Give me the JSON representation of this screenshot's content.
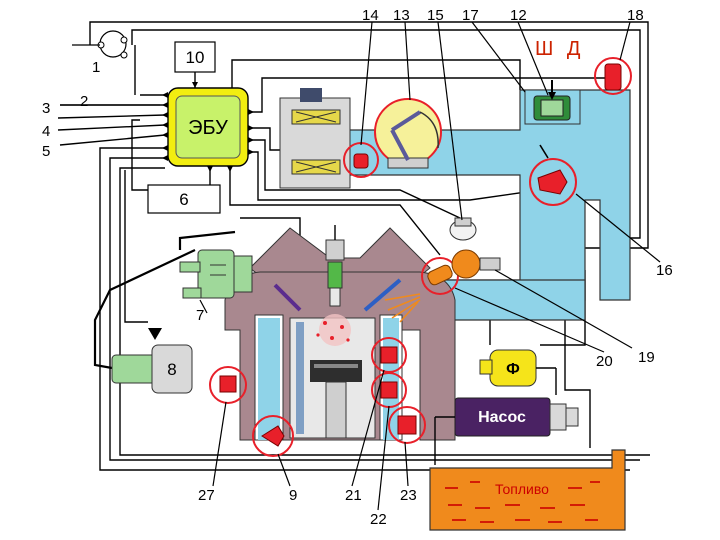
{
  "ecu_label": "ЭБУ",
  "box_6_label": "6",
  "box_10_label": "10",
  "box_8_label": "8",
  "shd_label": "Ш Д",
  "pump_label": "Насос",
  "filter_label": "Ф",
  "tank_label": "Топливо",
  "callouts": {
    "n1": "1",
    "n2": "2",
    "n3": "3",
    "n4": "4",
    "n5": "5",
    "n7": "7",
    "n9": "9",
    "n12": "12",
    "n13": "13",
    "n14": "14",
    "n15": "15",
    "n16": "16",
    "n17": "17",
    "n18": "18",
    "n19": "19",
    "n20": "20",
    "n21": "21",
    "n22": "22",
    "n23": "23",
    "n27": "27"
  },
  "colors": {
    "intake": "#8fd3e8",
    "ecu_fill": "#c8f26a",
    "ecu_border": "#f2ee10",
    "engine_block": "#a9888f",
    "sensor_red": "#e8202a",
    "pump_body": "#4a2263",
    "fuel_tank": "#f08a1c",
    "filter_yellow": "#f5e41a",
    "coil_green": "#9fd89a"
  }
}
